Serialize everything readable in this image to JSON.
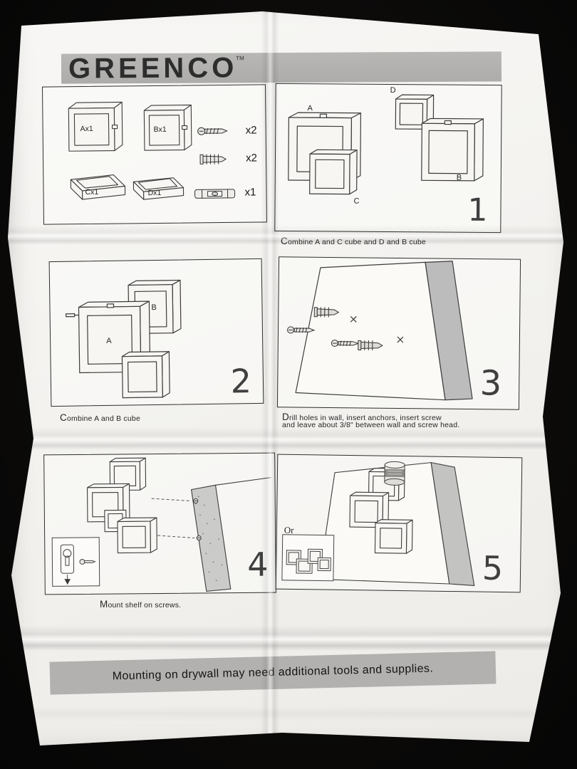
{
  "brand": {
    "name": "GREENCO",
    "tm": "TM"
  },
  "parts": {
    "cube_a": "Ax1",
    "cube_b": "Bx1",
    "cube_c": "Cx1",
    "cube_d": "Dx1",
    "screws_qty": "x2",
    "anchors_qty": "x2",
    "level_qty": "x1"
  },
  "steps": {
    "s1": {
      "num": "1",
      "caption": "Combine A and C cube and D and B cube",
      "a": "A",
      "b": "B",
      "c": "C",
      "d": "D"
    },
    "s2": {
      "num": "2",
      "caption": "Combine A and B cube",
      "a": "A",
      "b": "B"
    },
    "s3": {
      "num": "3",
      "caption1": "Drill holes in wall, insert anchors, insert screw",
      "caption2": "and leave about 3/8\" between wall and screw head."
    },
    "s4": {
      "num": "4",
      "caption": "Mount shelf on screws."
    },
    "s5": {
      "num": "5",
      "or": "Or"
    }
  },
  "footer": {
    "text": "Mounting on drywall may need additional tools and supplies."
  }
}
